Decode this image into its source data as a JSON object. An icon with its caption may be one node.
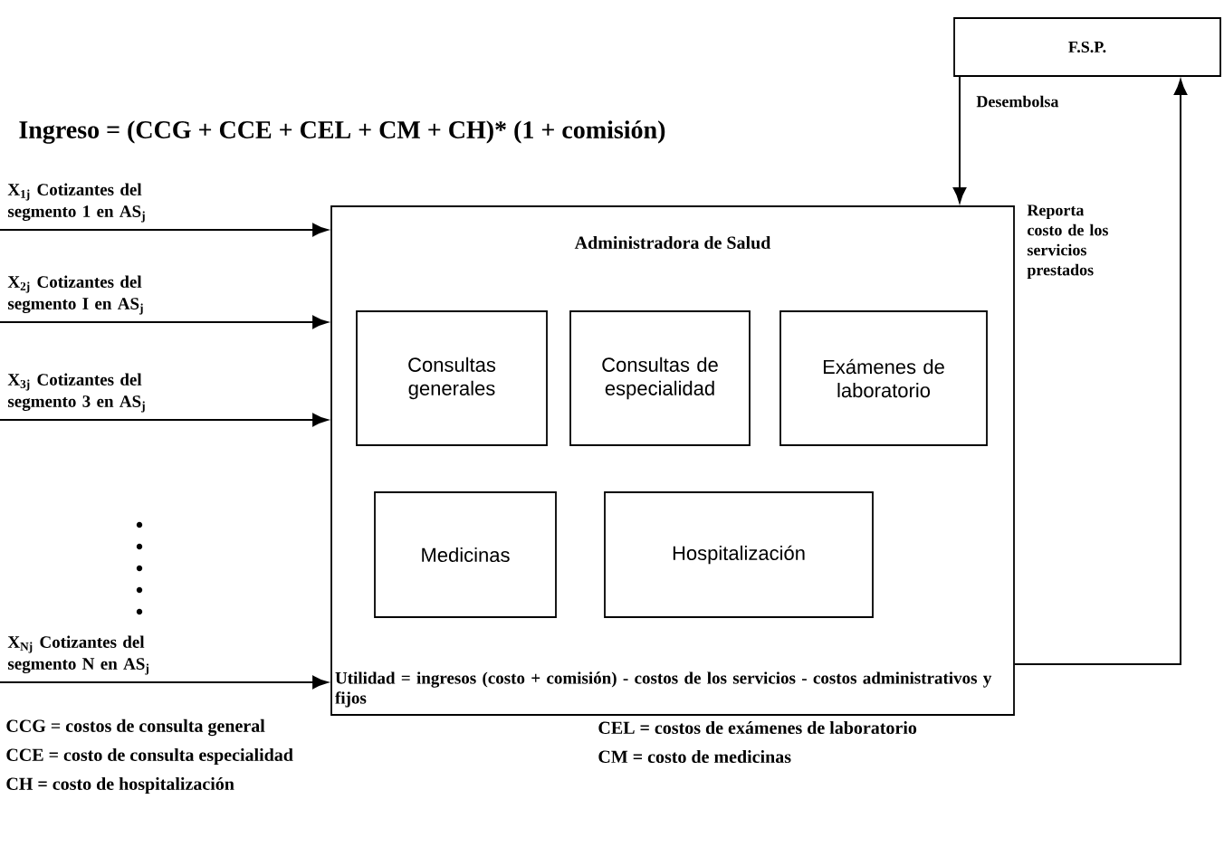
{
  "diagram": {
    "nodes": [
      {
        "text": [
          "F.S.P."
        ]
      },
      {
        "text": [
          "Administradora de Salud",
          "Utilidad = ingresos (costo + comisión) - costos de los servicios - costos administrativos y fijos"
        ]
      },
      {
        "text": [
          "Consultas generales"
        ],
        "in": 1
      },
      {
        "text": [
          "Consultas de especialidad"
        ],
        "in": 1
      },
      {
        "text": [
          "Exámenes de laboratorio"
        ],
        "in": 1
      },
      {
        "text": [
          "Medicinas"
        ],
        "in": 1
      },
      {
        "text": [
          "Hospitalización"
        ],
        "in": 1
      }
    ],
    "edges": [
      {
        "from": null,
        "to": 1,
        "arrow": "to",
        "label": "X$_{1j}$ Cotizantes del segmento 1 en AS$_{j}$"
      },
      {
        "from": null,
        "to": 1,
        "arrow": "to",
        "label": "X$_{2j}$ Cotizantes del segmento I en AS$_{j}$"
      },
      {
        "from": null,
        "to": 1,
        "arrow": "to",
        "label": "X$_{3j}$ Cotizantes del segmento 3 en AS$_{j}$"
      },
      {
        "from": null,
        "to": 1,
        "arrow": "to",
        "label": "X$_{Nj}$ Cotizantes del segmento N en AS$_{j}$"
      },
      {
        "from": 0,
        "to": 1,
        "arrow": "to",
        "label": "Desembolsa"
      },
      {
        "from": 1,
        "to": 0,
        "arrow": "to",
        "label": "Reporta costo de los servicios prestados"
      }
    ],
    "labels": [
      "Ingreso = (CCG + CCE + CEL + CM + CH)* (1 + comisión)",
      "CCG = costos de consulta general",
      "CEL = costos de exámenes de laboratorio",
      "CCE = costo de consulta especialidad",
      "CM = costo de medicinas",
      "CH = costo de hospitalización"
    ]
  }
}
